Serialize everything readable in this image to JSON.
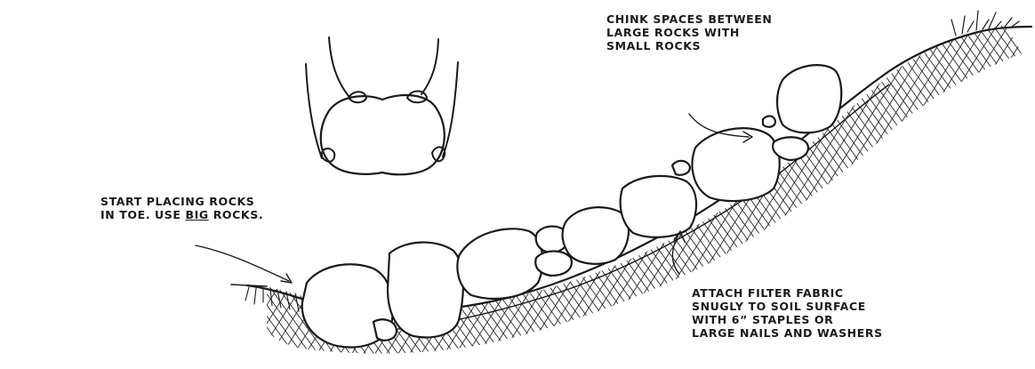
{
  "annotations": {
    "chink": {
      "line1": "CHINK SPACES BETWEEN",
      "line2": "LARGE ROCKS WITH",
      "line3": "SMALL ROCKS"
    },
    "start": {
      "line1": "START PLACING ROCKS",
      "line2_prefix": "IN TOE. USE ",
      "line2_emphasis": "BIG",
      "line2_suffix": " ROCKS."
    },
    "attach": {
      "line1": "ATTACH FILTER FABRIC",
      "line2": "SNUGLY TO SOIL SURFACE",
      "line3": "WITH 6” STAPLES OR",
      "line4": "LARGE NAILS AND WASHERS"
    }
  },
  "colors": {
    "ink": "#1a1a1a",
    "background": "#ffffff"
  }
}
